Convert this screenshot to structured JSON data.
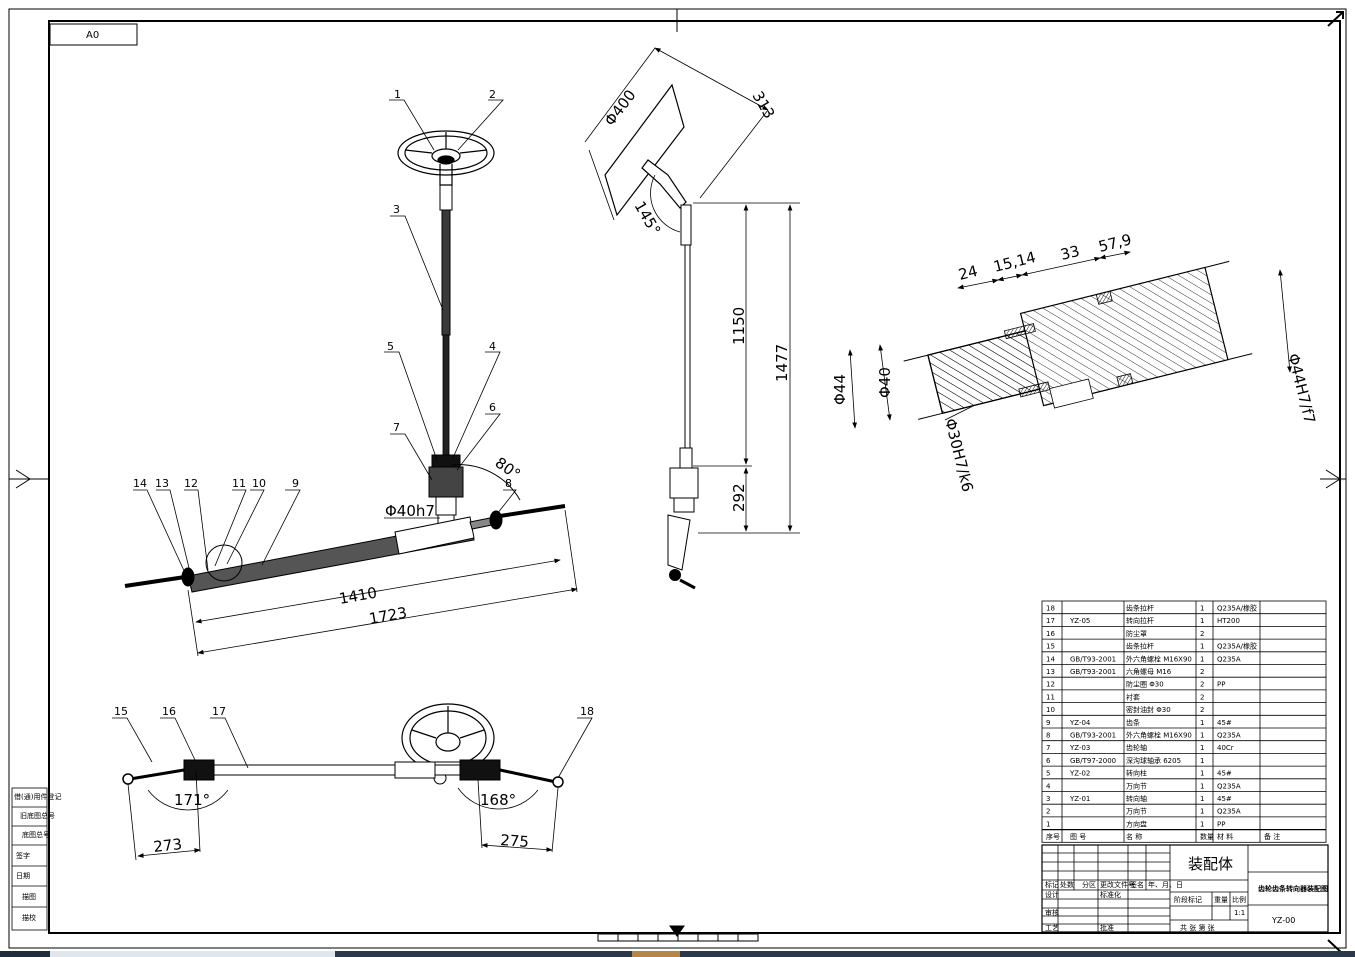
{
  "sheet": {
    "size_code": "A0"
  },
  "front_view": {
    "balloons": [
      "1",
      "2",
      "3",
      "4",
      "5",
      "6",
      "7",
      "8",
      "9",
      "10",
      "11",
      "12",
      "13",
      "14"
    ],
    "dims": {
      "rod_fit": "Φ40h7",
      "angle": "80°",
      "inner_len": "1410",
      "outer_len": "1723"
    }
  },
  "side_view": {
    "dims": {
      "wheel_dia": "Φ400",
      "wheel_depth": "313",
      "tilt": "145°",
      "upper": "1150",
      "total": "1477",
      "lower": "292"
    }
  },
  "detail_view": {
    "dims": {
      "d1": "24",
      "d2": "15,14",
      "d3": "33",
      "d4": "57,9",
      "od": "Φ44",
      "shaft": "Φ40",
      "fit_inner": "Φ30H7/k6",
      "fit_outer": "Φ44H7/f7"
    }
  },
  "plan_view": {
    "balloons": [
      "15",
      "16",
      "17",
      "18"
    ],
    "dims": {
      "angle_left": "171°",
      "angle_right": "168°",
      "len_left": "273",
      "len_right": "275"
    }
  },
  "bom": {
    "rows": [
      {
        "no": "18",
        "code": "",
        "name": "齿条拉杆",
        "qty": "1",
        "mat": "Q235A/橡胶",
        "note": ""
      },
      {
        "no": "17",
        "code": "YZ-05",
        "name": "转向拉杆",
        "qty": "1",
        "mat": "HT200",
        "note": ""
      },
      {
        "no": "16",
        "code": "",
        "name": "防尘罩",
        "qty": "2",
        "mat": "",
        "note": ""
      },
      {
        "no": "15",
        "code": "",
        "name": "齿条拉杆",
        "qty": "1",
        "mat": "Q235A/橡胶",
        "note": ""
      },
      {
        "no": "14",
        "code": "GB/T93-2001",
        "name": "外六角螺栓 M16X90",
        "qty": "1",
        "mat": "Q235A",
        "note": ""
      },
      {
        "no": "13",
        "code": "GB/T93-2001",
        "name": "六角螺母 M16",
        "qty": "2",
        "mat": "",
        "note": ""
      },
      {
        "no": "12",
        "code": "",
        "name": "防尘圈 Φ30",
        "qty": "2",
        "mat": "PP",
        "note": ""
      },
      {
        "no": "11",
        "code": "",
        "name": "衬套",
        "qty": "2",
        "mat": "",
        "note": ""
      },
      {
        "no": "10",
        "code": "",
        "name": "密封油封 Φ30",
        "qty": "2",
        "mat": "",
        "note": ""
      },
      {
        "no": "9",
        "code": "YZ-04",
        "name": "齿条",
        "qty": "1",
        "mat": "45#",
        "note": ""
      },
      {
        "no": "8",
        "code": "GB/T93-2001",
        "name": "外六角螺栓 M16X90",
        "qty": "1",
        "mat": "Q235A",
        "note": ""
      },
      {
        "no": "7",
        "code": "YZ-03",
        "name": "齿轮轴",
        "qty": "1",
        "mat": "40Cr",
        "note": ""
      },
      {
        "no": "6",
        "code": "GB/T97-2000",
        "name": "深沟球轴承 6205",
        "qty": "1",
        "mat": "",
        "note": ""
      },
      {
        "no": "5",
        "code": "YZ-02",
        "name": "转向柱",
        "qty": "1",
        "mat": "45#",
        "note": ""
      },
      {
        "no": "4",
        "code": "",
        "name": "万向节",
        "qty": "1",
        "mat": "Q235A",
        "note": ""
      },
      {
        "no": "3",
        "code": "YZ-01",
        "name": "转向轴",
        "qty": "1",
        "mat": "45#",
        "note": ""
      },
      {
        "no": "2",
        "code": "",
        "name": "万向节",
        "qty": "1",
        "mat": "Q235A",
        "note": ""
      },
      {
        "no": "1",
        "code": "",
        "name": "方向盘",
        "qty": "1",
        "mat": "PP",
        "note": ""
      }
    ],
    "header": {
      "no": "序号",
      "code": "图 号",
      "name": "名 称",
      "qty": "数量",
      "mat": "材 料",
      "note": "备 注"
    }
  },
  "title_block": {
    "assembly": "装配体",
    "drawing_title": "齿轮齿条转向器装配图",
    "drawing_no": "YZ-00",
    "scale": "1:1",
    "cells": {
      "mark": "标记",
      "count": "处数",
      "zone": "分区",
      "change_no": "更改文件号",
      "sign": "签名",
      "date": "年、月、日",
      "design": "设计",
      "check": "审核",
      "process": "工艺",
      "standard": "标准化",
      "approve": "批准",
      "stage": "阶段标记",
      "weight": "重量",
      "ratio": "比例",
      "sheets": "共 张 第 张"
    }
  },
  "side_strip": [
    "借(通)用件登记",
    "旧底图总号",
    "底图总号",
    "签字",
    "日期",
    "描图",
    "描校"
  ]
}
